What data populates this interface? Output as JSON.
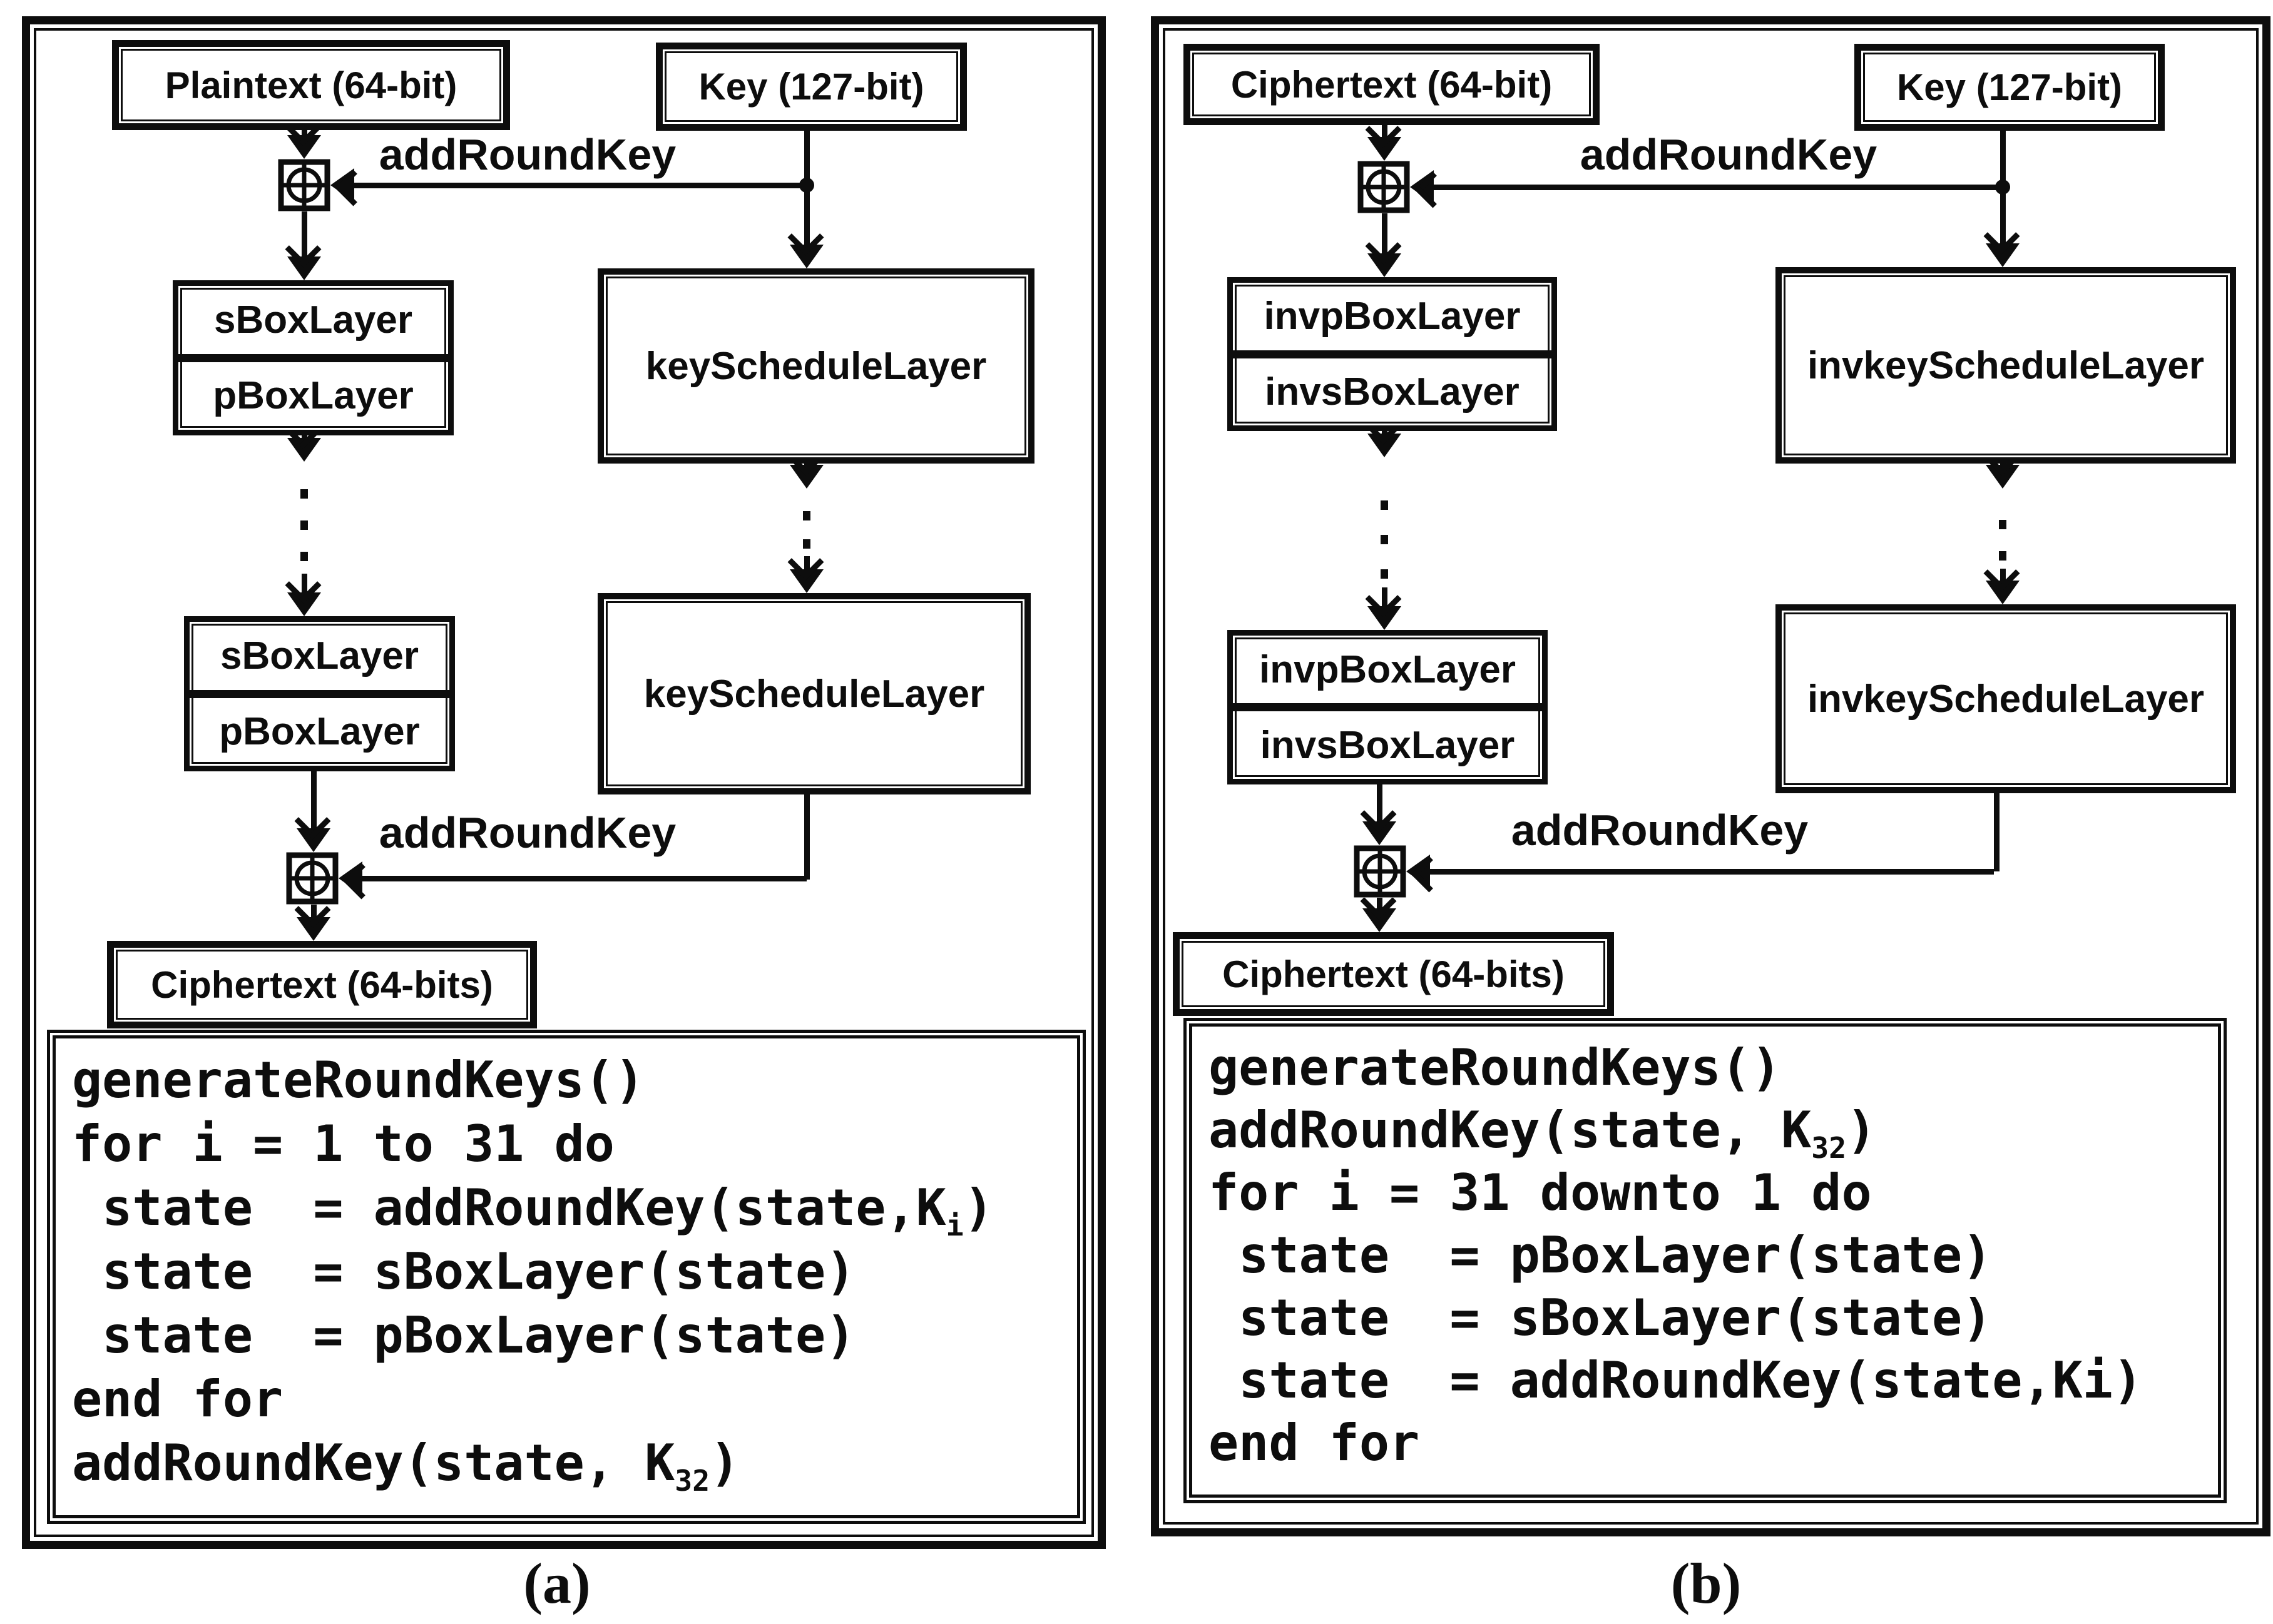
{
  "figure": {
    "captions": {
      "a": "(a)",
      "b": "(b)"
    },
    "panel_a": {
      "plaintext": "Plaintext (64-bit)",
      "key": "Key (127-bit)",
      "add_round_key": "addRoundKey",
      "sbox": "sBoxLayer",
      "pbox": "pBoxLayer",
      "key_schedule": "keyScheduleLayer",
      "ciphertext": "Ciphertext (64-bits)",
      "pseudocode": [
        [
          {
            "t": "generateRoundKeys()"
          }
        ],
        [
          {
            "t": "for i = 1 to 31 do"
          }
        ],
        [
          {
            "t": " state  = addRoundKey(state,K"
          },
          {
            "t": "i",
            "sub": true
          },
          {
            "t": ")"
          }
        ],
        [
          {
            "t": " state  = sBoxLayer(state)"
          }
        ],
        [
          {
            "t": " state  = pBoxLayer(state)"
          }
        ],
        [
          {
            "t": "end for"
          }
        ],
        [
          {
            "t": "addRoundKey(state, K"
          },
          {
            "t": "32",
            "sub": true
          },
          {
            "t": ")"
          }
        ]
      ]
    },
    "panel_b": {
      "ciphertext_in": "Ciphertext (64-bit)",
      "key": "Key (127-bit)",
      "add_round_key": "addRoundKey",
      "invp": "invpBoxLayer",
      "invs": "invsBoxLayer",
      "inv_key_schedule": "invkeyScheduleLayer",
      "ciphertext_out": "Ciphertext (64-bits)",
      "pseudocode": [
        [
          {
            "t": "generateRoundKeys()"
          }
        ],
        [
          {
            "t": "addRoundKey(state, K"
          },
          {
            "t": "32",
            "sub": true
          },
          {
            "t": ")"
          }
        ],
        [
          {
            "t": "for i = 31 downto 1 do"
          }
        ],
        [
          {
            "t": " state  = pBoxLayer(state)"
          }
        ],
        [
          {
            "t": " state  = sBoxLayer(state)"
          }
        ],
        [
          {
            "t": " state  = addRoundKey(state,Ki)"
          }
        ],
        [
          {
            "t": "end for"
          }
        ]
      ]
    }
  }
}
